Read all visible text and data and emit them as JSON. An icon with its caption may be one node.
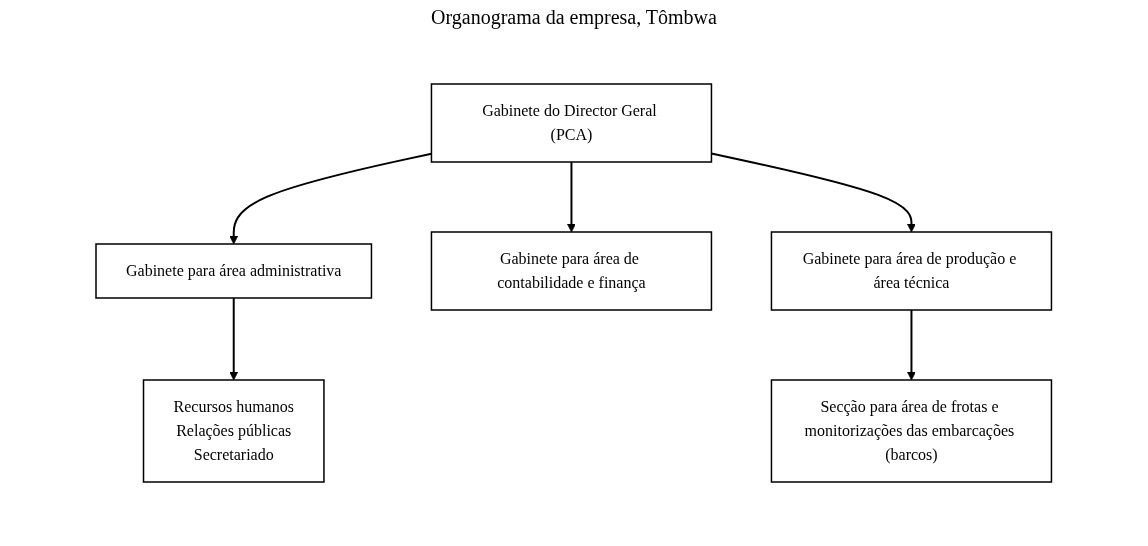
{
  "diagram": {
    "title": "Organograma da empresa, Tômbwa",
    "nodes": [
      {
        "text": [
          "Gabinete do Director Geral (PCA)"
        ]
      },
      {
        "text": [
          "Gabinete para área administrativa"
        ]
      },
      {
        "text": [
          "Gabinete para área de contabilidade e finança"
        ]
      },
      {
        "text": [
          "Gabinete para área de produção e área técnica"
        ]
      },
      {
        "text": [
          "Recursos humanos",
          "Relações públicas",
          "Secretariado"
        ]
      },
      {
        "text": [
          "Secção para área de frotas e monitorizações das embarcações (barcos)"
        ]
      }
    ],
    "edges": [
      {
        "from": 0,
        "to": 1,
        "arrow": "to"
      },
      {
        "from": 0,
        "to": 2,
        "arrow": "to"
      },
      {
        "from": 0,
        "to": 3,
        "arrow": "to"
      },
      {
        "from": 1,
        "to": 4,
        "arrow": "to"
      },
      {
        "from": 3,
        "to": 5,
        "arrow": "to"
      }
    ]
  }
}
